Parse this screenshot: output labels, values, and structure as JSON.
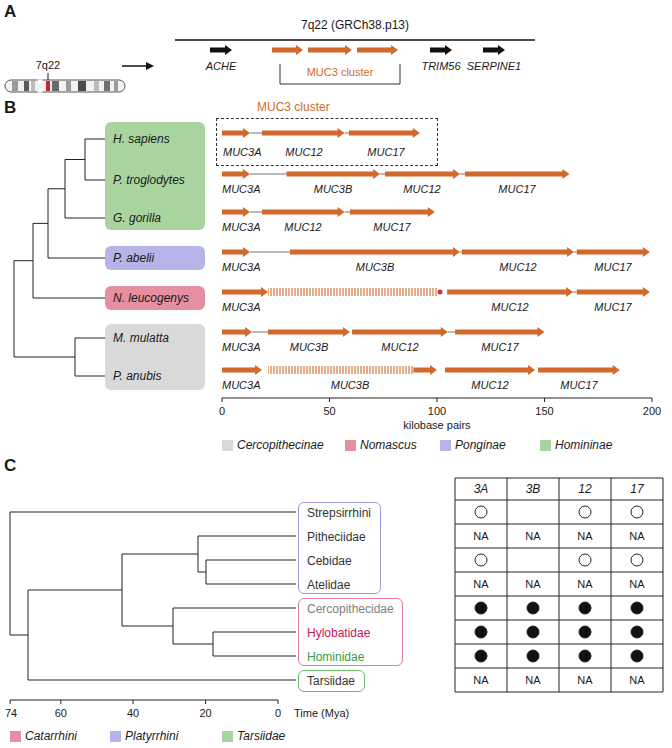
{
  "diagram": {
    "nodes": [
      {
        "text": [
          "H. sapiens",
          "P. troglodytes",
          "G. gorilla"
        ]
      },
      {
        "text": [
          "P. abelii"
        ]
      },
      {
        "text": [
          "N. leucogenys"
        ]
      },
      {
        "text": [
          "M. mulatta",
          "P. anubis"
        ]
      },
      {
        "text": [
          "MUC3 cluster",
          "MUC3A",
          "MUC12",
          "MUC17"
        ]
      },
      {
        "text": [
          "Strepsirrhini",
          "Pitheciidae",
          "Cebidae",
          "Atelidae"
        ]
      },
      {
        "text": [
          "Cercopithecidae",
          "Hylobatidae",
          "Hominidae"
        ]
      },
      {
        "text": [
          "Tarsiidae"
        ]
      }
    ],
    "labels": [
      "A",
      "7q22",
      "7q22 (GRCh38.p13)",
      "ACHE",
      "MUC3 cluster",
      "TRIM56",
      "SERPINE1",
      "B",
      "MUC3A",
      "MUC3B",
      "MUC12",
      "MUC17",
      "MUC3A",
      "MUC12",
      "MUC17",
      "MUC3A",
      "MUC3B",
      "MUC12",
      "MUC17",
      "MUC3A",
      "MUC12",
      "MUC17",
      "MUC3A",
      "MUC3B",
      "MUC12",
      "MUC17",
      "MUC3A",
      "MUC3B",
      "MUC12",
      "MUC17",
      "0",
      "50",
      "100",
      "150",
      "200",
      "kilobase pairs",
      "C",
      "74",
      "60",
      "40",
      "20",
      "0",
      "Time (Mya)",
      "3A",
      "3B",
      "12",
      "17",
      "NA",
      "NA",
      "NA",
      "NA",
      "NA",
      "NA",
      "NA",
      "NA",
      "NA",
      "NA",
      "NA",
      "NA"
    ],
    "legend": [
      {
        "text": "Cercopithecinae",
        "color": "#d9d9d9"
      },
      {
        "text": "Nomascus",
        "color": "#e68fa0"
      },
      {
        "text": "Ponginae",
        "color": "#b6b4e8"
      },
      {
        "text": "Homininae",
        "color": "#a8d4a0"
      },
      {
        "text": "Catarrhini",
        "color": "#e68fa0"
      },
      {
        "text": "Platyrrhini",
        "color": "#b6b4e8"
      },
      {
        "text": "Tarsiidae",
        "color": "#a8d4a0"
      }
    ]
  }
}
